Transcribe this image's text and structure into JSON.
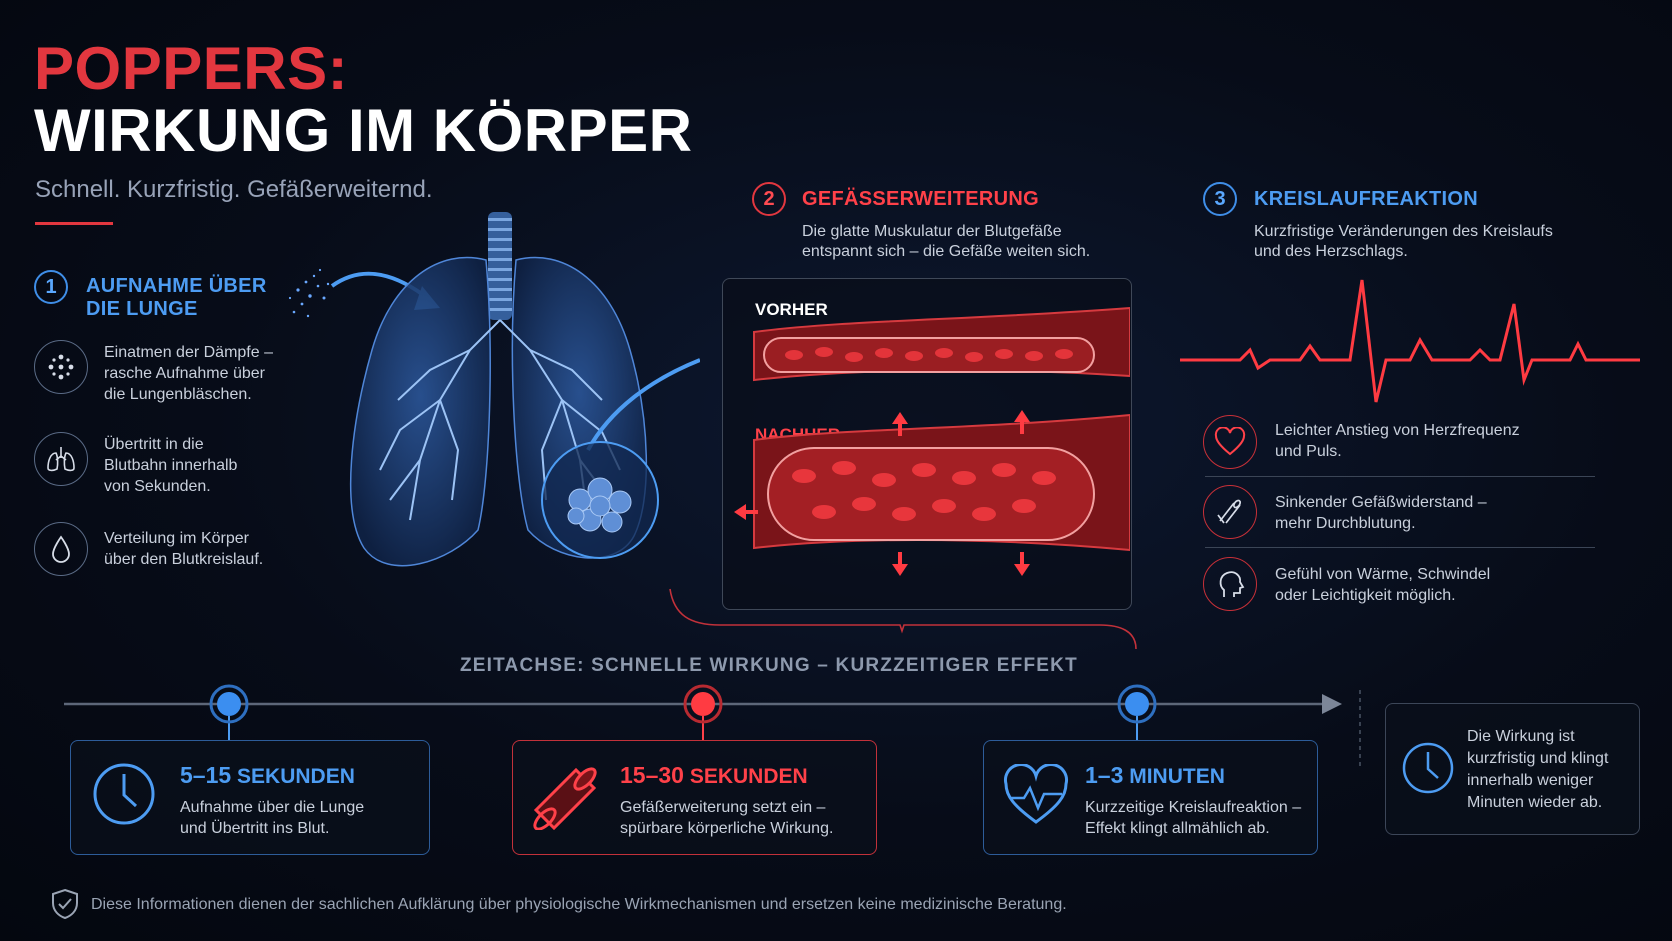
{
  "header": {
    "title_line1": "POPPERS:",
    "title_line2": "WIRKUNG IM KÖRPER",
    "subtitle": "Schnell. Kurzfristig. Gefäßerweiternd."
  },
  "section1": {
    "number": "1",
    "title_line1": "AUFNAHME ÜBER",
    "title_line2": "DIE LUNGE",
    "items": [
      {
        "icon": "particles-icon",
        "text_lines": [
          "Einatmen der Dämpfe –",
          "rasche Aufnahme über",
          "die Lungenbläschen."
        ]
      },
      {
        "icon": "lungs-icon",
        "text_lines": [
          "Übertritt in die",
          "Blutbahn innerhalb",
          "von Sekunden."
        ]
      },
      {
        "icon": "droplet-icon",
        "text_lines": [
          "Verteilung im Körper",
          "über den Blutkreislauf."
        ]
      }
    ]
  },
  "section2": {
    "number": "2",
    "title": "GEFÄSSERWEITERUNG",
    "desc_lines": [
      "Die glatte Muskulatur der Blutgefäße",
      "entspannt sich – die Gefäße weiten sich."
    ],
    "before_label": "VORHER",
    "after_label": "NACHHER"
  },
  "section3": {
    "number": "3",
    "title": "KREISLAUFREAKTION",
    "desc_lines": [
      "Kurzfristige Veränderungen des Kreislaufs",
      "und des Herzschlags."
    ],
    "items": [
      {
        "icon": "heart-icon",
        "text_lines": [
          "Leichter Anstieg von Herzfrequenz",
          "und Puls."
        ]
      },
      {
        "icon": "vessel-icon",
        "text_lines": [
          "Sinkender Gefäßwiderstand –",
          "mehr Durchblutung."
        ]
      },
      {
        "icon": "head-icon",
        "text_lines": [
          "Gefühl von Wärme, Schwindel",
          "oder Leichtigkeit möglich."
        ]
      }
    ]
  },
  "timeline": {
    "title": "ZEITACHSE: SCHNELLE WIRKUNG – KURZZEITIGER EFFEKT",
    "stages": [
      {
        "num": "5–15",
        "unit": "SEKUNDEN",
        "text_lines": [
          "Aufnahme über die Lunge",
          "und Übertritt ins Blut."
        ],
        "icon": "clock-icon",
        "color": "#4d9cf2"
      },
      {
        "num": "15–30",
        "unit": "SEKUNDEN",
        "text_lines": [
          "Gefäßerweiterung setzt ein –",
          "spürbare körperliche Wirkung."
        ],
        "icon": "vessel-tube-icon",
        "color": "#ff4149"
      },
      {
        "num": "1–3",
        "unit": "MINUTEN",
        "text_lines": [
          "Kurzzeitige Kreislaufreaktion –",
          "Effekt klingt allmählich ab."
        ],
        "icon": "heartbeat-icon",
        "color": "#4d9cf2"
      }
    ],
    "note_lines": [
      "Die Wirkung ist",
      "kurzfristig und klingt",
      "innerhalb weniger",
      "Minuten wieder ab."
    ]
  },
  "footer": {
    "disclaimer": "Diese Informationen dienen der sachlichen Aufklärung über physiologische Wirkmechanismen und ersetzen keine medizinische Beratung."
  },
  "colors": {
    "accent_red": "#e2373f",
    "accent_blue": "#4d9cf2",
    "background": "#070c18"
  }
}
